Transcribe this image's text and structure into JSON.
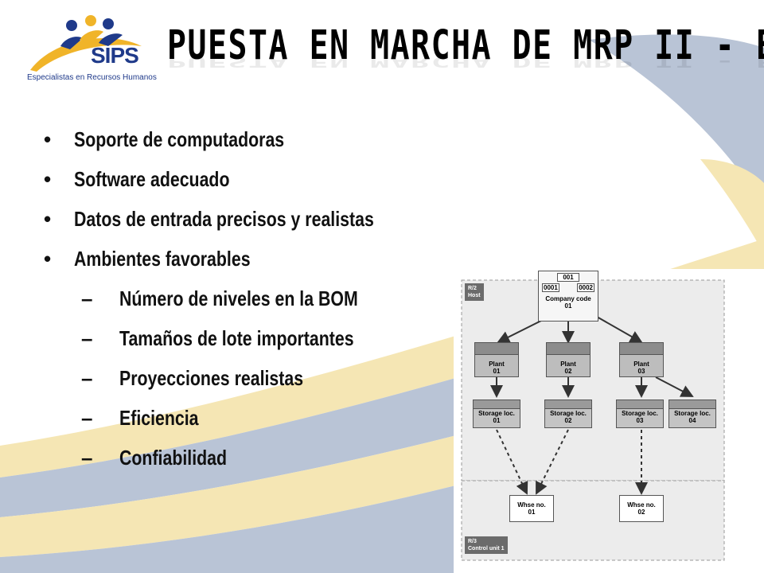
{
  "logo": {
    "name": "SIPS",
    "tagline": "Especialistas en Recursos Humanos"
  },
  "title": "PUESTA EN MARCHA DE MRP II - ERP",
  "bullets": [
    {
      "level": 1,
      "mark": "•",
      "text": "Soporte de computadoras"
    },
    {
      "level": 1,
      "mark": "•",
      "text": "Software adecuado"
    },
    {
      "level": 1,
      "mark": "•",
      "text": "Datos de entrada precisos y realistas"
    },
    {
      "level": 1,
      "mark": "•",
      "text": "Ambientes favorables"
    },
    {
      "level": 2,
      "mark": "–",
      "text": "Número de niveles en la BOM"
    },
    {
      "level": 2,
      "mark": "–",
      "text": "Tamaños de lote importantes"
    },
    {
      "level": 2,
      "mark": "–",
      "text": "Proyecciones realistas"
    },
    {
      "level": 2,
      "mark": "–",
      "text": "Eficiencia"
    },
    {
      "level": 2,
      "mark": "–",
      "text": "Confiabilidad"
    }
  ],
  "diagram": {
    "host_label_1": "R/2",
    "host_label_2": "Host",
    "control_label_1": "R/3",
    "control_label_2": "Control unit 1",
    "company_top": "001",
    "company_left": "0001",
    "company_right": "0002",
    "company_label": "Company code",
    "company_num": "01",
    "plants": [
      {
        "label": "Plant",
        "num": "01"
      },
      {
        "label": "Plant",
        "num": "02"
      },
      {
        "label": "Plant",
        "num": "03"
      }
    ],
    "storages": [
      {
        "label": "Storage loc.",
        "num": "01"
      },
      {
        "label": "Storage loc.",
        "num": "02"
      },
      {
        "label": "Storage loc.",
        "num": "03"
      },
      {
        "label": "Storage loc.",
        "num": "04"
      }
    ],
    "warehouses": [
      {
        "label": "Whse no.",
        "num": "01"
      },
      {
        "label": "Whse no.",
        "num": "02"
      }
    ]
  },
  "colors": {
    "swoosh_blue": "#b9c4d6",
    "swoosh_yellow": "#f5e6b4",
    "logo_blue": "#1f3a8a",
    "logo_gold": "#f0b429"
  }
}
